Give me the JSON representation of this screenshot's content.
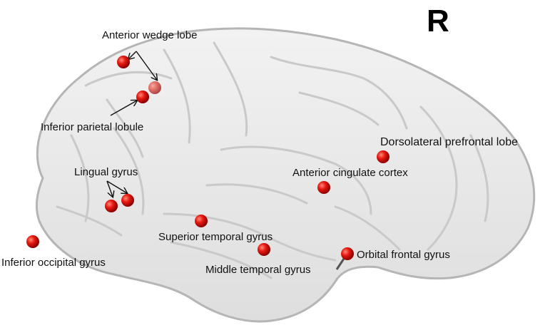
{
  "hemisphere_label": "R",
  "regions": [
    {
      "key": "anterior-wedge-lobe",
      "label": "Anterior wedge lobe"
    },
    {
      "key": "inferior-parietal-lobule",
      "label": "Inferior parietal lobule"
    },
    {
      "key": "dorsolateral-prefrontal-lobe",
      "label": "Dorsolateral prefrontal lobe"
    },
    {
      "key": "lingual-gyrus",
      "label": "Lingual gyrus"
    },
    {
      "key": "anterior-cingulate-cortex",
      "label": "Anterior cingulate cortex"
    },
    {
      "key": "superior-temporal-gyrus",
      "label": "Superior temporal gyrus"
    },
    {
      "key": "inferior-occipital-gyrus",
      "label": "Inferior occipital gyrus"
    },
    {
      "key": "middle-temporal-gyrus",
      "label": "Middle temporal gyrus"
    },
    {
      "key": "orbital-frontal-gyrus",
      "label": "Orbital frontal gyrus"
    }
  ],
  "colors": {
    "marker": "#e01010",
    "brain_fill": "#ececec",
    "brain_stroke": "#b8b8b8"
  }
}
